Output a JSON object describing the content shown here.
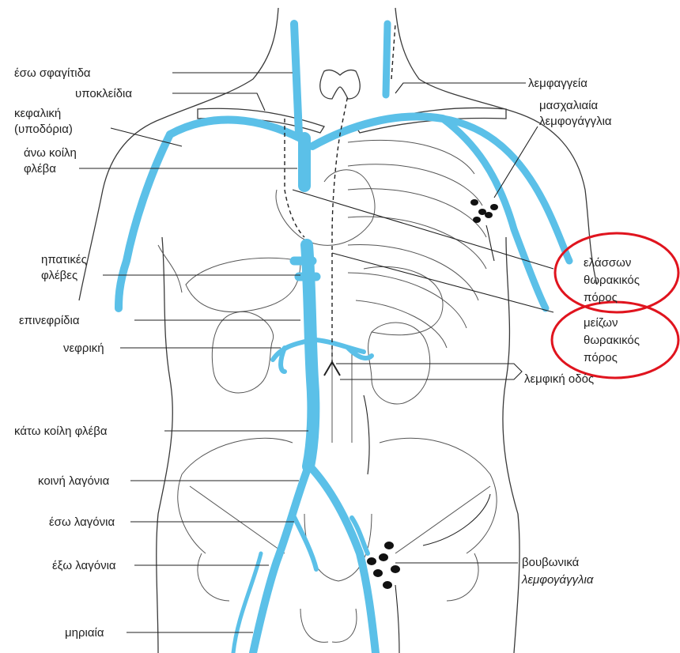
{
  "colors": {
    "vein": "#5bc0e8",
    "highlight": "#e0141e",
    "ink": "#222222"
  },
  "labels": {
    "internal_jugular": "έσω σφαγίτιδα",
    "subclavian": "υποκλείδια",
    "cephalic_1": "κεφαλική",
    "cephalic_2": "(υποδόρια)",
    "svc_1": "άνω κοίλη",
    "svc_2": "φλέβα",
    "lymphatics": "λεμφαγγεία",
    "axillary_1": "μασχαλιαία",
    "axillary_2": "λεμφογάγγλια",
    "hepatic_1": "ηπατικές",
    "hepatic_2": "φλέβες",
    "right_lymph_1": "ελάσσων",
    "right_lymph_2": "θωρακικός",
    "right_lymph_3": "πόρος",
    "thoracic_1": "μείζων",
    "thoracic_2": "θωρακικός",
    "thoracic_3": "πόρος",
    "suprarenal": "επινεφρίδια",
    "renal": "νεφρική",
    "lymph_path": "λεμφική οδός",
    "ivc": "κάτω κοίλη φλέβα",
    "common_iliac": "κοινή λαγόνια",
    "internal_iliac": "έσω λαγόνια",
    "external_iliac": "έξω λαγόνια",
    "inguinal_1": "βουβωνικά",
    "inguinal_2": "λεμφογάγγλια",
    "femoral": "μηριαία"
  }
}
